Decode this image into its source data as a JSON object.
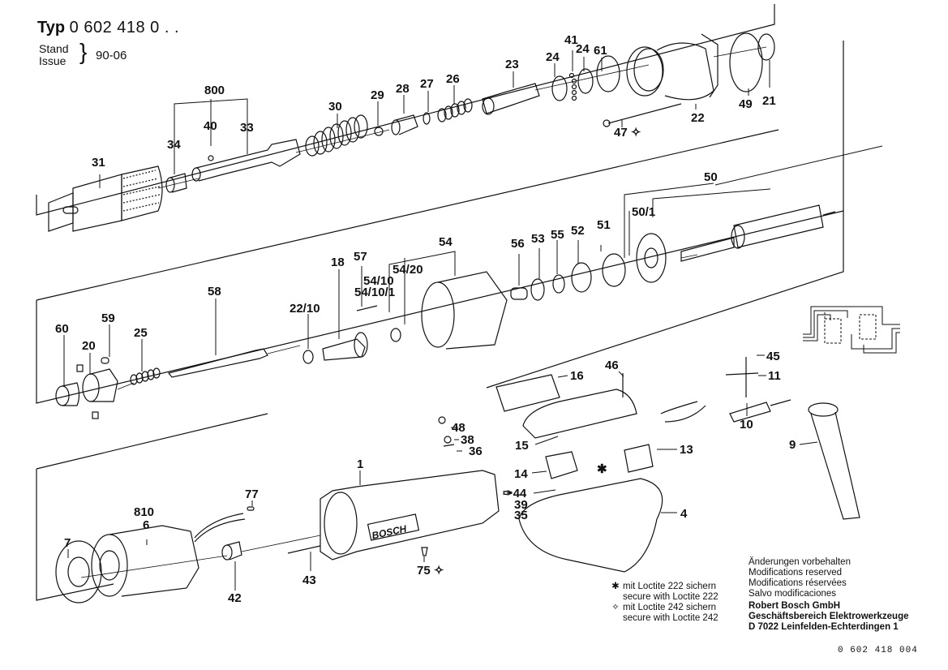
{
  "header": {
    "typ_label": "Typ",
    "typ_number": "0 602 418 0 . .",
    "stand_label": "Stand",
    "issue_label": "Issue",
    "stand_value": "90-06"
  },
  "part_labels": {
    "p800": "800",
    "p40": "40",
    "p34": "34",
    "p33": "33",
    "p31": "31",
    "p30": "30",
    "p29": "29",
    "p28": "28",
    "p27": "27",
    "p26": "26",
    "p23": "23",
    "p24a": "24",
    "p41": "41",
    "p24b": "24",
    "p61": "61",
    "p22": "22",
    "p49": "49",
    "p21": "21",
    "p47": "47 ✧",
    "p50": "50",
    "p50_1": "50/1",
    "p51": "51",
    "p52": "52",
    "p55": "55",
    "p53": "53",
    "p56": "56",
    "p54": "54",
    "p54_20": "54/20",
    "p54_10": "54/10",
    "p54_10_1": "54/10/1",
    "p57": "57",
    "p18": "18",
    "p22_10": "22/10",
    "p58": "58",
    "p25": "25",
    "p59": "59",
    "p20": "20",
    "p60": "60",
    "p16": "16",
    "p46": "46",
    "p45": "45",
    "p11": "11",
    "p10": "10",
    "p15": "15",
    "p13": "13",
    "p14": "14",
    "p44": "✑44",
    "p39": "39",
    "p35": "35",
    "p4": "4",
    "p9": "9",
    "p48": "48",
    "p38": "38",
    "p36": "36",
    "p1": "1",
    "p77": "77",
    "p810": "810",
    "p6": "6",
    "p7": "7",
    "p42": "42",
    "p43": "43",
    "p75": "75 ✧",
    "star_marker": "✱",
    "brand_text": "BOSCH"
  },
  "legend": {
    "star_symbol": "✱",
    "star_line1": "mit Loctite 222 sichern",
    "star_line2": "secure with Loctite 222",
    "diamond_symbol": "✧",
    "diamond_line1": "mit Loctite 242 sichern",
    "diamond_line2": "secure with Loctite 242"
  },
  "notices": {
    "line1": "Änderungen vorbehalten",
    "line2": "Modifications reserved",
    "line3": "Modifications réservées",
    "line4": "Salvo modificaciones",
    "company": "Robert Bosch GmbH",
    "division": "Geschäftsbereich Elektrowerkzeuge",
    "address": "D 7022 Leinfelden-Echterdingen 1"
  },
  "document_number": "0 602 418 004"
}
